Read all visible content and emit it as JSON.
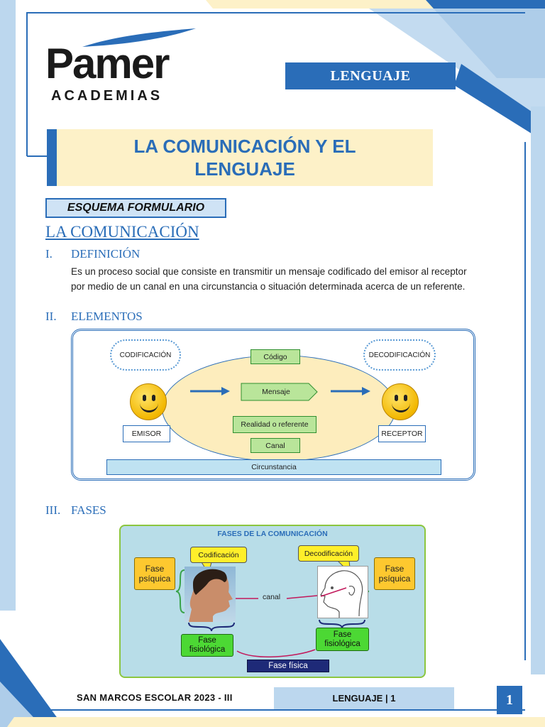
{
  "header": {
    "logo_main": "Pamer",
    "logo_sub": "ACADEMIAS",
    "subject": "LENGUAJE"
  },
  "title": {
    "line1": "LA COMUNICACIÓN Y EL",
    "line2": "LENGUAJE"
  },
  "esquema_label": "ESQUEMA FORMULARIO",
  "section_title": "LA COMUNICACIÓN",
  "sections": [
    {
      "num": "I.",
      "heading": "DEFINICIÓN",
      "body_line1": "Es un proceso social que consiste en transmitir un mensaje codificado del emisor al receptor",
      "body_line2": "por medio de un canal en una circunstancia o situación determinada acerca de un referente."
    },
    {
      "num": "II.",
      "heading": "ELEMENTOS"
    },
    {
      "num": "III.",
      "heading": "FASES"
    }
  ],
  "elementos": {
    "codificacion": "CODIFICACIÓN",
    "decodificacion": "DECODIFICACIÓN",
    "codigo": "Código",
    "mensaje": "Mensaje",
    "referente": "Realidad o referente",
    "canal": "Canal",
    "emisor": "EMISOR",
    "receptor": "RECEPTOR",
    "circunstancia": "Circunstancia"
  },
  "fases": {
    "title": "FASES DE LA COMUNICACIÓN",
    "codificacion": "Codificación",
    "decodificacion": "Decodificación",
    "psiquica_left_1": "Fase",
    "psiquica_left_2": "psíquica",
    "psiquica_right_1": "Fase",
    "psiquica_right_2": "psíquica",
    "canal": "canal",
    "fisio_left_1": "Fase",
    "fisio_left_2": "fisiológica",
    "fisio_right_1": "Fase",
    "fisio_right_2": "fisiológica",
    "fisica": "Fase física"
  },
  "footer": {
    "left": "SAN MARCOS ESCOLAR 2023 - III",
    "bar": "LENGUAJE | 1",
    "page": "1"
  },
  "colors": {
    "accent": "#2a6db8",
    "title_bg": "#fdf1c8",
    "ellipse": "#fdedbd",
    "green": "#b9e59a",
    "yellow": "#fdc82f",
    "fases_bg": "#b8dde8"
  }
}
